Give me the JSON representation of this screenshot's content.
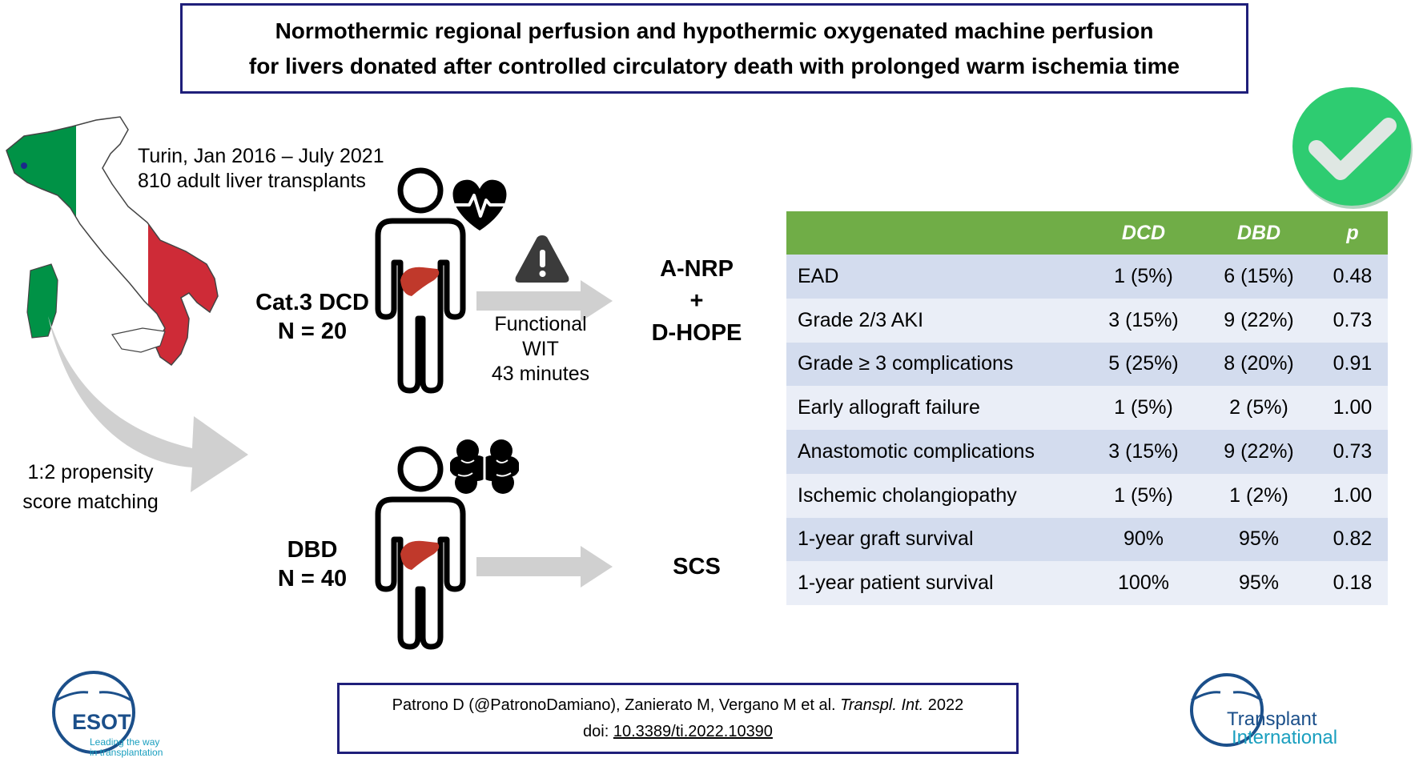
{
  "title": {
    "line1": "Normothermic regional perfusion and hypothermic oxygenated machine perfusion",
    "line2": "for livers donated after controlled circulatory death with prolonged warm ischemia time"
  },
  "study": {
    "period": "Turin, Jan 2016 – July 2021",
    "count": "810 adult liver transplants"
  },
  "matching": {
    "line1": "1:2 propensity",
    "line2": "score matching"
  },
  "dcd_group": {
    "label": "Cat.3 DCD",
    "n": "N = 20",
    "wit_label1": "Functional",
    "wit_label2": "WIT",
    "wit_value": "43 minutes",
    "treatment1": "A-NRP",
    "treatment_plus": "+",
    "treatment2": "D-HOPE",
    "icon": "heart-pulse-icon"
  },
  "dbd_group": {
    "label": "DBD",
    "n": "N = 40",
    "treatment": "SCS",
    "icon": "brain-icon"
  },
  "table": {
    "headers": [
      "",
      "DCD",
      "DBD",
      "p"
    ],
    "rows": [
      [
        "EAD",
        "1 (5%)",
        "6 (15%)",
        "0.48"
      ],
      [
        "Grade 2/3 AKI",
        "3 (15%)",
        "9 (22%)",
        "0.73"
      ],
      [
        "Grade ≥ 3 complications",
        "5 (25%)",
        "8 (20%)",
        "0.91"
      ],
      [
        "Early allograft failure",
        "1 (5%)",
        "2 (5%)",
        "1.00"
      ],
      [
        "Anastomotic complications",
        "3 (15%)",
        "9 (22%)",
        "0.73"
      ],
      [
        "Ischemic cholangiopathy",
        "1 (5%)",
        "1 (2%)",
        "1.00"
      ],
      [
        "1-year graft survival",
        "90%",
        "95%",
        "0.82"
      ],
      [
        "1-year patient survival",
        "100%",
        "95%",
        "0.18"
      ]
    ]
  },
  "citation": {
    "authors": "Patrono D (@PatronoDamiano), Zanierato M, Vergano M et al. ",
    "journal": "Transpl. Int.",
    "year": " 2022",
    "doi_prefix": "doi: ",
    "doi": "10.3389/ti.2022.10390"
  },
  "logos": {
    "esot_name": "ESOT",
    "esot_tagline1": "Leading the way",
    "esot_tagline2": "in transplantation",
    "ti_line1": "Transplant",
    "ti_line2": "International"
  },
  "colors": {
    "title_border": "#1f1f7a",
    "table_header": "#70ad47",
    "table_row_dark": "#d3dcee",
    "table_row_light": "#eaeef7",
    "check_green": "#2ecc71",
    "italy_green": "#009246",
    "italy_red": "#ce2b37",
    "arrow_grey": "#d0d0d0",
    "liver": "#c0392b",
    "logo_blue": "#1b4f8a",
    "logo_teal": "#1a9fbf"
  }
}
